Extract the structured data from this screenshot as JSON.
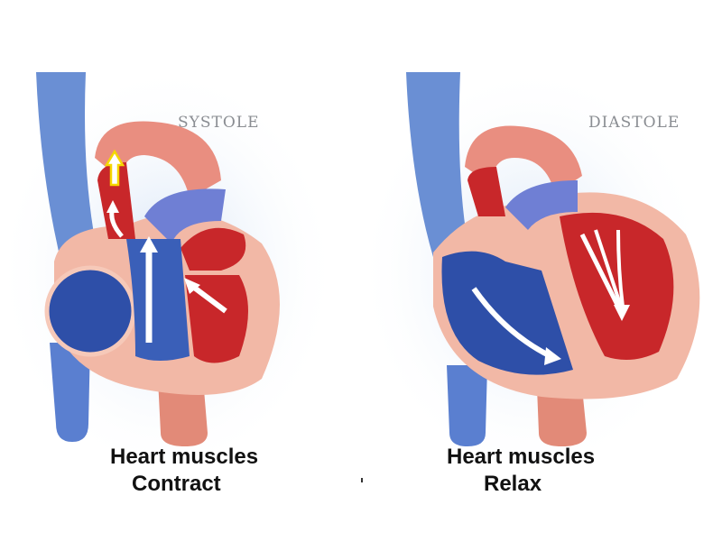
{
  "systole": {
    "label": "SYSTOLE",
    "caption_line1": "Heart muscles",
    "caption_line2": "Contract"
  },
  "diastole": {
    "label": "DIASTOLE",
    "caption_line1": "Heart muscles",
    "caption_line2": "Relax"
  },
  "colors": {
    "oxygenated_red": "#c8272a",
    "deoxygenated_blue": "#2e4fa8",
    "vein_blue": "#4c6fc0",
    "muscle_pink": "#f2b8a6",
    "highlight_arrow": "#f5d800",
    "label_gray": "#8a8d92"
  }
}
